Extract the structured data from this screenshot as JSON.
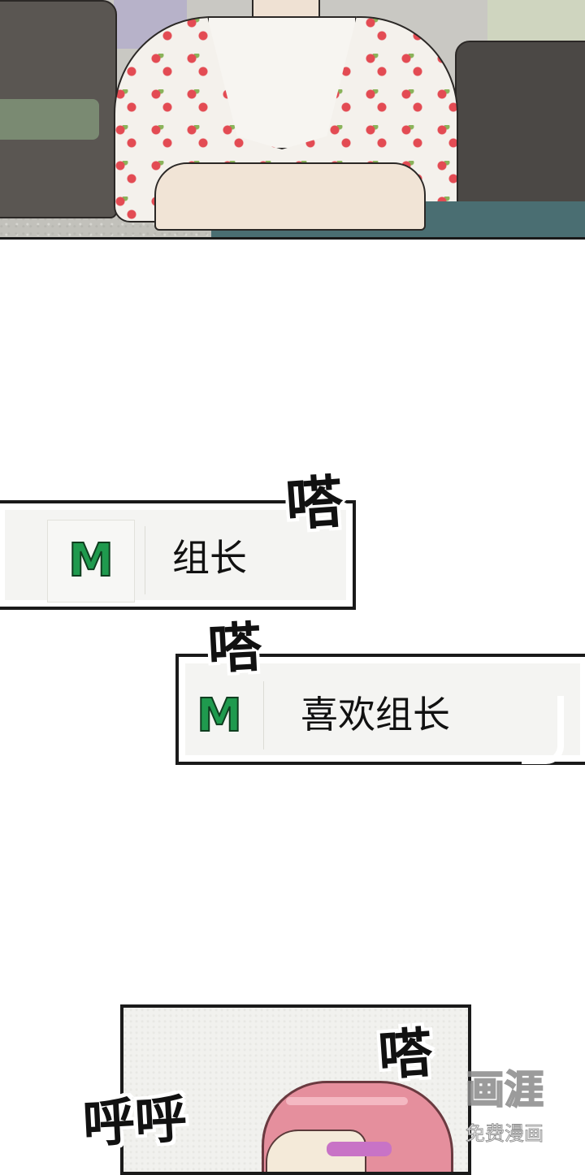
{
  "scene": {
    "top_panel_description": "",
    "bottom_panel_description": ""
  },
  "notifications": [
    {
      "app_icon_letter": "M",
      "message": "组长"
    },
    {
      "app_icon_letter": "M",
      "message": "喜欢组长"
    }
  ],
  "sound_effects": {
    "tap_1": "嗒",
    "tap_2": "嗒",
    "tap_3": "嗒",
    "breath": "呼呼"
  },
  "watermark": {
    "title": "画涯",
    "subtitle": "免费漫画"
  },
  "colors": {
    "app_icon_green": "#1f9a4e",
    "panel_border": "#1a1a1a",
    "hair_pink": "#e58f9d"
  }
}
